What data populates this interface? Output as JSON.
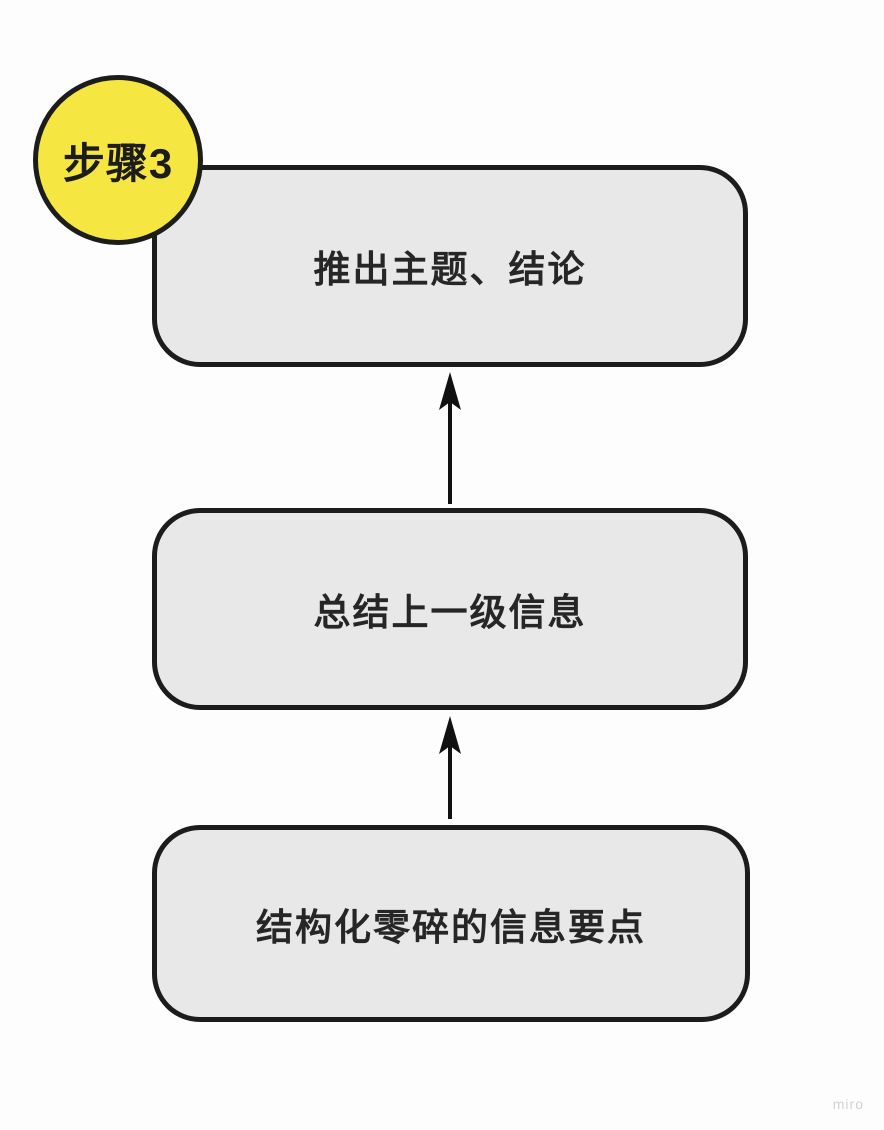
{
  "diagram": {
    "title_badge": {
      "label": "步骤3",
      "shape": "circle",
      "fill": "#F5E642"
    },
    "nodes": [
      {
        "id": "top",
        "label": "推出主题、结论"
      },
      {
        "id": "middle",
        "label": "总结上一级信息"
      },
      {
        "id": "bottom",
        "label": "结构化零碎的信息要点"
      }
    ],
    "edges": [
      {
        "from": "middle",
        "to": "top",
        "style": "arrow-up"
      },
      {
        "from": "bottom",
        "to": "middle",
        "style": "arrow-up"
      }
    ],
    "colors": {
      "background": "#FDFDFD",
      "node_fill": "#E8E8E8",
      "stroke": "#1C1C1C",
      "badge_fill": "#F5E642",
      "text": "#262626",
      "watermark": "#D2D2D2"
    }
  },
  "watermark": {
    "label": "miro"
  }
}
